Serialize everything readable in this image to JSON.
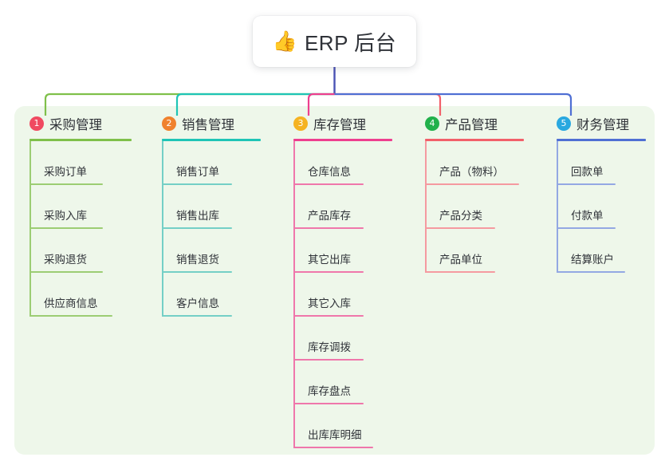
{
  "root": {
    "emoji": "👍",
    "emoji_name": "thumbs-up-icon",
    "title": "ERP 后台"
  },
  "theme": {
    "panel_bg": "#eef7ea",
    "card_bg": "#ffffff",
    "text": "#2f3238",
    "root_connector": "#4a52b5"
  },
  "columns": [
    {
      "index": "1",
      "title": "采购管理",
      "badge_color": "#f04a61",
      "line_color": "#7fc04a",
      "leaf_line_color": "#9ccd73",
      "connector_color": "#7fc04a",
      "leaves": [
        {
          "label": "采购订单",
          "rule_width": 92
        },
        {
          "label": "采购入库",
          "rule_width": 92
        },
        {
          "label": "采购退货",
          "rule_width": 92
        },
        {
          "label": "供应商信息",
          "rule_width": 104
        }
      ]
    },
    {
      "index": "2",
      "title": "销售管理",
      "badge_color": "#f0822e",
      "line_color": "#1fc5b6",
      "leaf_line_color": "#74cfc6",
      "connector_color": "#1fc5b6",
      "leaves": [
        {
          "label": "销售订单",
          "rule_width": 88
        },
        {
          "label": "销售出库",
          "rule_width": 88
        },
        {
          "label": "销售退货",
          "rule_width": 88
        },
        {
          "label": "客户信息",
          "rule_width": 88
        }
      ]
    },
    {
      "index": "3",
      "title": "库存管理",
      "badge_color": "#f5b321",
      "line_color": "#ee3f8f",
      "leaf_line_color": "#ef77ab",
      "connector_color": "#ee3f8f",
      "leaves": [
        {
          "label": "仓库信息",
          "rule_width": 88
        },
        {
          "label": "产品库存",
          "rule_width": 88
        },
        {
          "label": "其它出库",
          "rule_width": 88
        },
        {
          "label": "其它入库",
          "rule_width": 88
        },
        {
          "label": "库存调拨",
          "rule_width": 88
        },
        {
          "label": "库存盘点",
          "rule_width": 88
        },
        {
          "label": "出库库明细",
          "rule_width": 100
        }
      ]
    },
    {
      "index": "4",
      "title": "产品管理",
      "badge_color": "#21b14b",
      "line_color": "#f2606a",
      "leaf_line_color": "#f59aa0",
      "connector_color": "#f2606a",
      "leaves": [
        {
          "label": "产品（物料）",
          "rule_width": 118
        },
        {
          "label": "产品分类",
          "rule_width": 88
        },
        {
          "label": "产品单位",
          "rule_width": 88
        }
      ]
    },
    {
      "index": "5",
      "title": "财务管理",
      "badge_color": "#29a8e0",
      "line_color": "#4f6fd4",
      "leaf_line_color": "#93a8e3",
      "connector_color": "#4f6fd4",
      "leaves": [
        {
          "label": "回款单",
          "rule_width": 74
        },
        {
          "label": "付款单",
          "rule_width": 74
        },
        {
          "label": "结算账户",
          "rule_width": 86
        }
      ]
    }
  ]
}
